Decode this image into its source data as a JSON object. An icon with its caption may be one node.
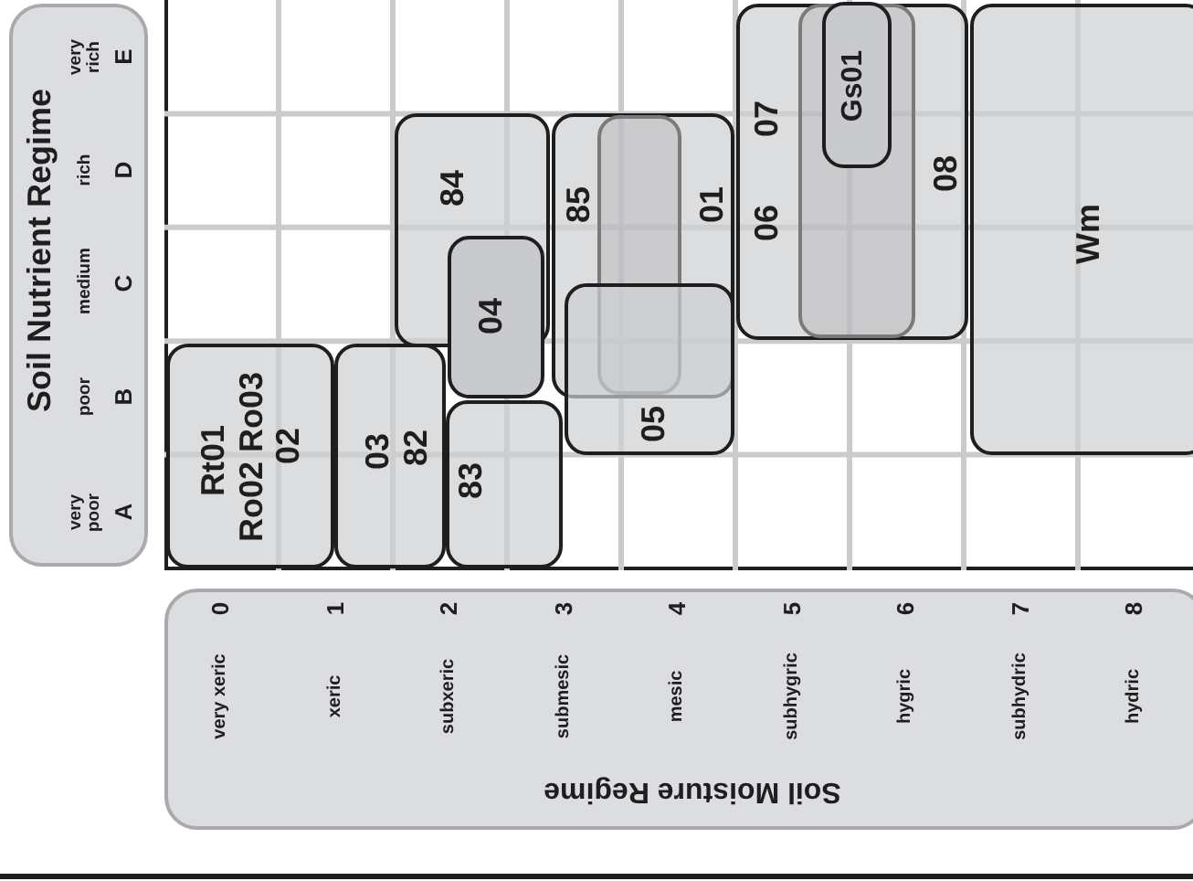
{
  "diagram": {
    "nodes": [
      {
        "text": [
          "Soil Nutrient Regime",
          "very poor",
          "A",
          "poor",
          "B",
          "medium",
          "C",
          "rich",
          "D",
          "very rich",
          "E"
        ]
      },
      {
        "text": [
          "Soil Moisture Regime",
          "0",
          "very xeric",
          "1",
          "xeric",
          "2",
          "subxeric",
          "3",
          "submesic",
          "4",
          "mesic",
          "5",
          "subhygric",
          "6",
          "hygric",
          "7",
          "subhydric",
          "8",
          "hydric"
        ]
      },
      {
        "text": [
          "Rt01",
          "Ro02 Ro03",
          "02"
        ]
      },
      {
        "text": [
          "03",
          "82"
        ]
      },
      {
        "text": [
          "83"
        ]
      },
      {
        "text": [
          "84"
        ]
      },
      {
        "text": [
          "04"
        ]
      },
      {
        "text": [
          "85",
          "01"
        ]
      },
      {
        "text": [],
        "shape": "box",
        "in": 7
      },
      {
        "text": [
          "05"
        ]
      },
      {
        "text": [
          "07",
          "06",
          "08"
        ]
      },
      {
        "text": [],
        "shape": "box",
        "in": 10
      },
      {
        "text": [
          "Gs01"
        ],
        "in": 11
      },
      {
        "text": [
          "Wm"
        ]
      }
    ]
  }
}
